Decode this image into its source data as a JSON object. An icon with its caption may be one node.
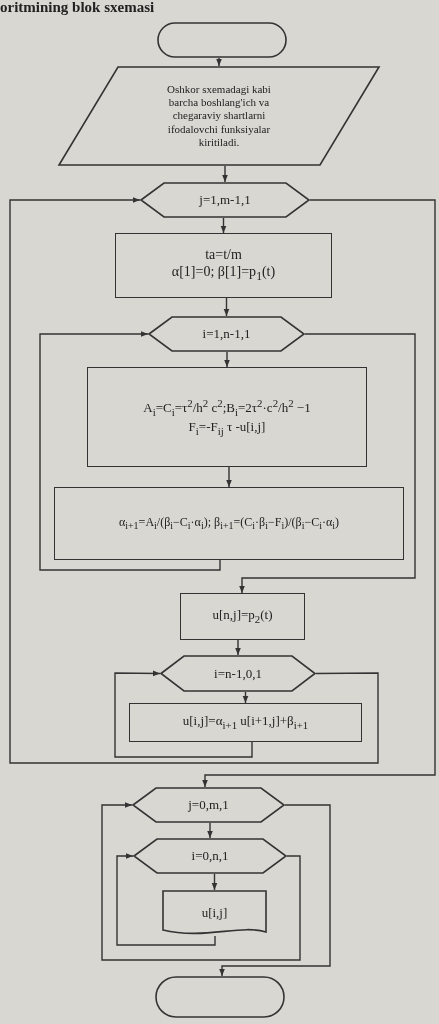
{
  "diagram": {
    "title": "oritmining blok sxemasi",
    "nodes": [
      {
        "text": [],
        "shape": "terminal"
      },
      {
        "text": [
          "Oshkor sxemadagi kabi barcha boshlang'ich va chegaraviy shartlarni ifodalovchi funksiyalar kiritiladi."
        ]
      },
      {
        "text": [
          "j=1,m-1,1"
        ]
      },
      {
        "text": [
          "ta=t/m",
          "α[1]=0;  β[1]=p$_{1}$(t)"
        ]
      },
      {
        "text": [
          "i=1,n-1,1"
        ]
      },
      {
        "text": [
          "A$_{i}$=C$_{i}$=τ$^{2}$/h$^{2}$ c$^{2}$;B$_{i}$=2τ$^{2}$·c$^{2}$/h$^{2}$ −1",
          "F$_{i}$=-F$_{ij}$ τ -u[i,j]"
        ]
      },
      {
        "text": [
          "α$_{i+1}$=A$_{i}$/(β$_{i}$−C$_{i}$·α$_{i}$); β$_{i+1}$=(C$_{i}$·β$_{i}$−F$_{i}$)/(β$_{i}$−C$_{i}$·α$_{i}$)"
        ]
      },
      {
        "text": [
          "u[n,j]=p$_{2}$(t)"
        ]
      },
      {
        "text": [
          "i=n-1,0,1"
        ]
      },
      {
        "text": [
          "u[i,j]=α$_{i+1}$ u[i+1,j]+β$_{i+1}$"
        ]
      },
      {
        "text": [
          "j=0,m,1"
        ]
      },
      {
        "text": [
          "i=0,n,1"
        ]
      },
      {
        "text": [
          "u[i,j]"
        ]
      },
      {
        "text": [],
        "shape": "terminal"
      }
    ],
    "edges": [
      {
        "from": 0,
        "to": 1,
        "arrow": "to"
      },
      {
        "from": 1,
        "to": 2,
        "arrow": "to"
      },
      {
        "from": 2,
        "to": 3,
        "arrow": "to"
      },
      {
        "from": 3,
        "to": 4,
        "arrow": "to"
      },
      {
        "from": 4,
        "to": 5,
        "arrow": "to"
      },
      {
        "from": 5,
        "to": 6,
        "arrow": "to"
      },
      {
        "from": 6,
        "to": 4,
        "arrow": "to"
      },
      {
        "from": 4,
        "to": 7,
        "arrow": "to"
      },
      {
        "from": 7,
        "to": 8,
        "arrow": "to"
      },
      {
        "from": 8,
        "to": 9,
        "arrow": "to"
      },
      {
        "from": 9,
        "to": 8,
        "arrow": "to"
      },
      {
        "from": 8,
        "to": 2,
        "arrow": "to"
      },
      {
        "from": 2,
        "to": 10,
        "arrow": "to"
      },
      {
        "from": 10,
        "to": 11,
        "arrow": "to"
      },
      {
        "from": 11,
        "to": 12,
        "arrow": "to"
      },
      {
        "from": 12,
        "to": 11,
        "arrow": "to"
      },
      {
        "from": 11,
        "to": 10,
        "arrow": "to"
      },
      {
        "from": 10,
        "to": 13,
        "arrow": "to"
      }
    ]
  }
}
